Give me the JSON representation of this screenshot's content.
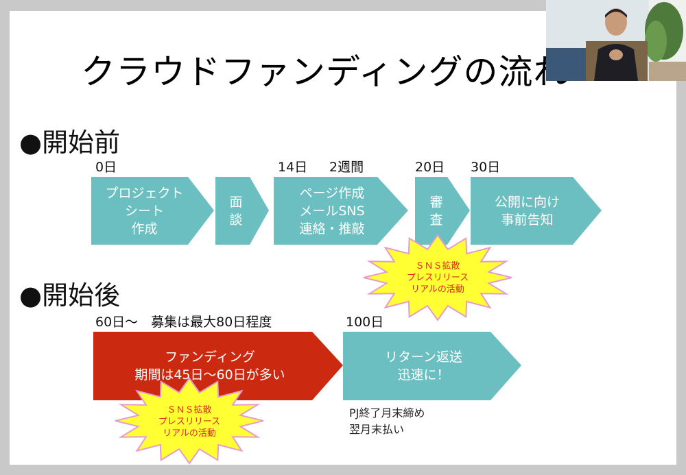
{
  "slide": {
    "title": "クラウドファンディングの流れ",
    "before": {
      "heading": "●開始前",
      "day_labels": [
        "0日",
        "14日",
        "2週間",
        "20日",
        "30日"
      ],
      "steps": [
        {
          "lines": [
            "プロジェクト",
            "シート",
            "作成"
          ]
        },
        {
          "lines": [
            "面",
            "談"
          ]
        },
        {
          "lines": [
            "ページ作成",
            "メールSNS",
            "連絡・推敲"
          ]
        },
        {
          "lines": [
            "審",
            "査"
          ]
        },
        {
          "lines": [
            "公開に向け",
            "事前告知"
          ]
        }
      ],
      "burst": {
        "lines": [
          "ＳＮＳ拡散",
          "プレスリリース",
          "リアルの活動"
        ]
      }
    },
    "after": {
      "heading": "●開始後",
      "period_label": "60日～　募集は最大80日程度",
      "return_day_label": "100日",
      "funding": {
        "lines": [
          "ファンディング",
          "期間は45日～60日が多い"
        ]
      },
      "return": {
        "lines": [
          "リターン返送",
          "迅速に！"
        ]
      },
      "burst": {
        "lines": [
          "ＳＮＳ拡散",
          "プレスリリース",
          "リアルの活動"
        ]
      },
      "payment_note": [
        "PJ終了月末締め",
        "翌月末払い"
      ]
    }
  },
  "colors": {
    "teal_arrow": "#6cbfc0",
    "red_arrow": "#cc2a10",
    "burst_fill": "#ffff33",
    "burst_stroke": "#e59ad0",
    "burst_text": "#e0261b"
  },
  "icons": {
    "webcam": "presenter-video-feed"
  }
}
